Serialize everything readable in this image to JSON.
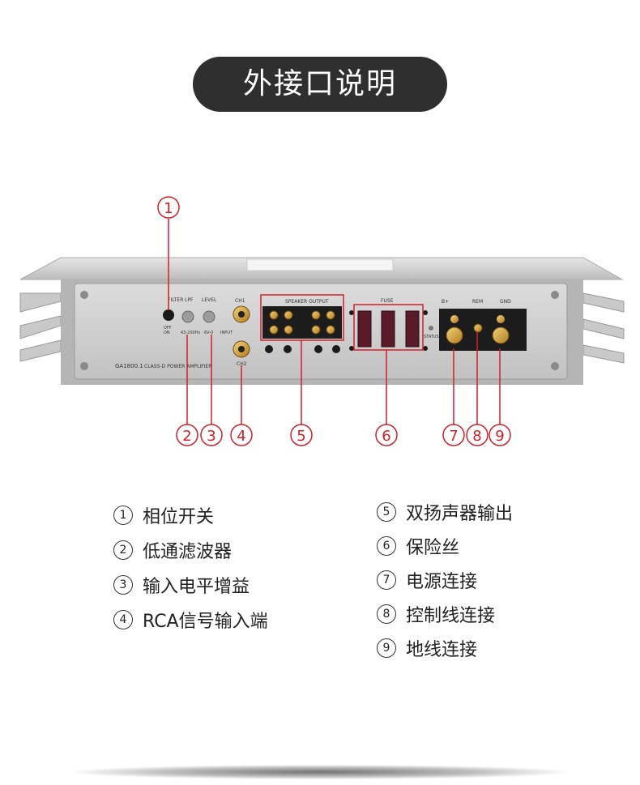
{
  "title": "外接口说明",
  "device": {
    "labels": {
      "filter": "FILTER",
      "lpf": "LPF",
      "level": "LEVEL",
      "off": "OFF",
      "on": "ON",
      "lpf_range": "43-200Hz",
      "level_range": "6V-0",
      "input": "INPUT",
      "ch1": "CH1",
      "ch2": "CH2",
      "speaker_output": "SPEAKER OUTPUT",
      "fuse": "FUSE",
      "status": "STATUS",
      "b_plus": "B+",
      "rem": "REM",
      "gnd": "GND",
      "model": "GA1800.1",
      "model_desc": "CLASS-D POWER AMPLIFIER"
    },
    "callouts": [
      "1",
      "2",
      "3",
      "4",
      "5",
      "6",
      "7",
      "8",
      "9"
    ],
    "accent_color": "#d0202a"
  },
  "legend_left": [
    {
      "num": "1",
      "text": "相位开关"
    },
    {
      "num": "2",
      "text": "低通滤波器"
    },
    {
      "num": "3",
      "text": "输入电平增益"
    },
    {
      "num": "4",
      "text": "RCA信号输入端"
    }
  ],
  "legend_right": [
    {
      "num": "5",
      "text": "双扬声器输出"
    },
    {
      "num": "6",
      "text": "保险丝"
    },
    {
      "num": "7",
      "text": "电源连接"
    },
    {
      "num": "8",
      "text": "控制线连接"
    },
    {
      "num": "9",
      "text": "地线连接"
    }
  ]
}
